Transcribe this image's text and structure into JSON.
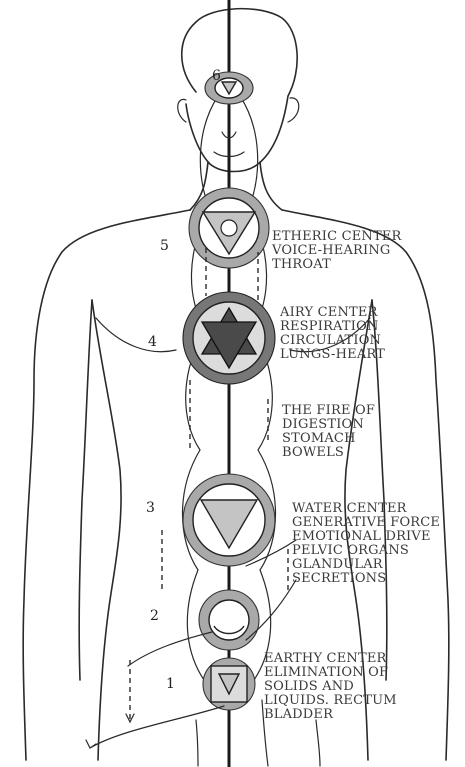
{
  "centers": [
    {
      "number": "6",
      "lines": []
    },
    {
      "number": "5",
      "lines": [
        "ETHERIC CENTER",
        "VOICE-HEARING",
        "THROAT"
      ]
    },
    {
      "number": "4",
      "lines": [
        "AIRY CENTER",
        "RESPIRATION",
        "CIRCULATION",
        "LUNGS-HEART"
      ]
    },
    {
      "number": "",
      "lines": [
        "THE FIRE OF",
        "DIGESTION",
        "STOMACH",
        "BOWELS"
      ]
    },
    {
      "number": "3",
      "lines": [
        "WATER CENTER",
        "GENERATIVE FORCE",
        "EMOTIONAL DRIVE",
        "PELVIC ORGANS",
        "GLANDULAR",
        "SECRETIONS"
      ]
    },
    {
      "number": "2",
      "lines": []
    },
    {
      "number": "1",
      "lines": [
        "EARTHY CENTER",
        "ELIMINATION OF",
        "SOLIDS AND",
        "LIQUIDS. RECTUM",
        "BLADDER"
      ]
    }
  ],
  "icons": [
    "lotus-icon",
    "star-of-david-icon",
    "triangle-icon",
    "square-icon",
    "arrow-icon"
  ]
}
